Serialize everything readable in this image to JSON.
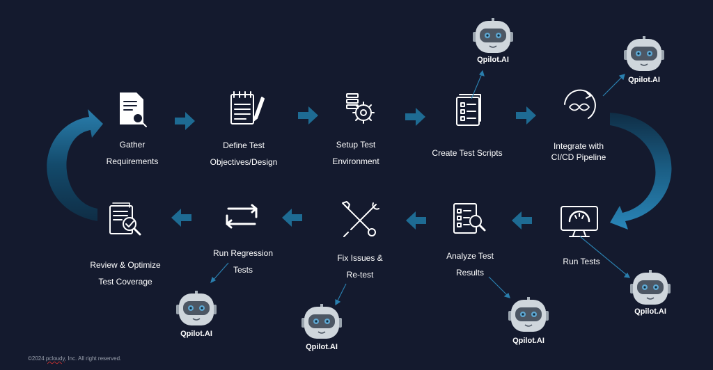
{
  "steps": {
    "gather": [
      "Gather",
      "Requirements"
    ],
    "define": [
      "Define Test",
      "Objectives/Design"
    ],
    "setup": [
      "Setup Test",
      "Environment"
    ],
    "create": [
      "Create Test Scripts"
    ],
    "integrate": [
      "Integrate with",
      "CI/CD Pipeline"
    ],
    "run": [
      "Run Tests"
    ],
    "analyze": [
      "Analyze Test",
      "Results"
    ],
    "fix": [
      "Fix Issues &",
      "Re-test"
    ],
    "regression": [
      "Run Regression",
      "Tests"
    ],
    "review": [
      "Review & Optimize",
      "Test Coverage"
    ]
  },
  "bot_label": "Qpilot.AI",
  "footer": {
    "prefix": "©2024 ",
    "brand": "pcloudy",
    "suffix": ", Inc. All right reserved."
  },
  "colors": {
    "background": "#141a2e",
    "arrow": "#1e6b93",
    "icon": "#ffffff",
    "bot_face": "#c9d1d8",
    "bot_screen": "#4d5764"
  }
}
